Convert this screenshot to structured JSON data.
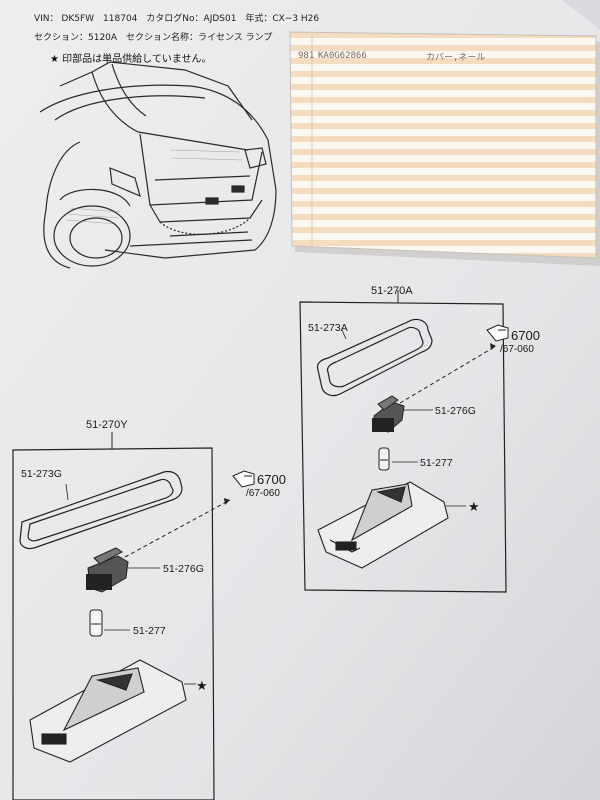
{
  "header": {
    "vin_label": "VIN：",
    "vin_value": "DK5FW　118704",
    "catalog_no": "カタログNo：AJDS01",
    "model_year": "年式：CX−3 H26",
    "section_no": "セクション：5120A",
    "section_name": "セクション名称：ライセンス ランプ",
    "note": "★ 印部品は単品供給していません。"
  },
  "attached_list": {
    "rows": [
      {
        "code": "981",
        "part_no": "KA0G62866",
        "desc": "カバー,ネール"
      }
    ]
  },
  "assemblies": [
    {
      "id": "51-270A",
      "parts": [
        {
          "no": "51-273A"
        },
        {
          "no": "51-276G"
        },
        {
          "no": "51-277"
        }
      ],
      "reference": {
        "page": "6700",
        "sub": "/67-060"
      }
    },
    {
      "id": "51-270Y",
      "parts": [
        {
          "no": "51-273G"
        },
        {
          "no": "51-276G"
        },
        {
          "no": "51-277"
        }
      ],
      "reference": {
        "page": "6700",
        "sub": "/67-060"
      }
    }
  ],
  "marker": "★"
}
